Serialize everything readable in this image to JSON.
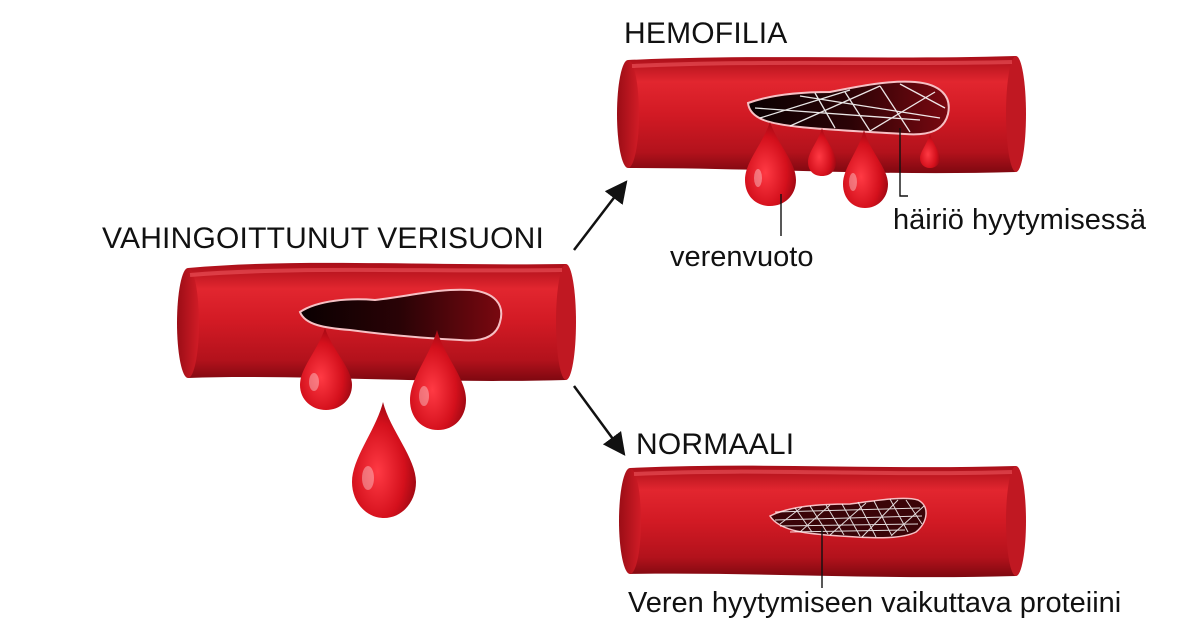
{
  "diagram": {
    "damaged_vessel_label": "VAHINGOITTUNUT VERISUONI",
    "hemophilia_label": "HEMOFILIA",
    "normal_label": "NORMAALI",
    "bleeding_label": "verenvuoto",
    "clotting_disorder_label": "häiriö hyytymisessä",
    "clotting_protein_label": "Veren hyytymiseen vaikuttava proteiini"
  },
  "colors": {
    "vessel_red": "#d21a24",
    "vessel_dark": "#8e0a12",
    "wound_dark": "#1a0204",
    "mesh_white": "#ffffff",
    "text": "#111111"
  }
}
